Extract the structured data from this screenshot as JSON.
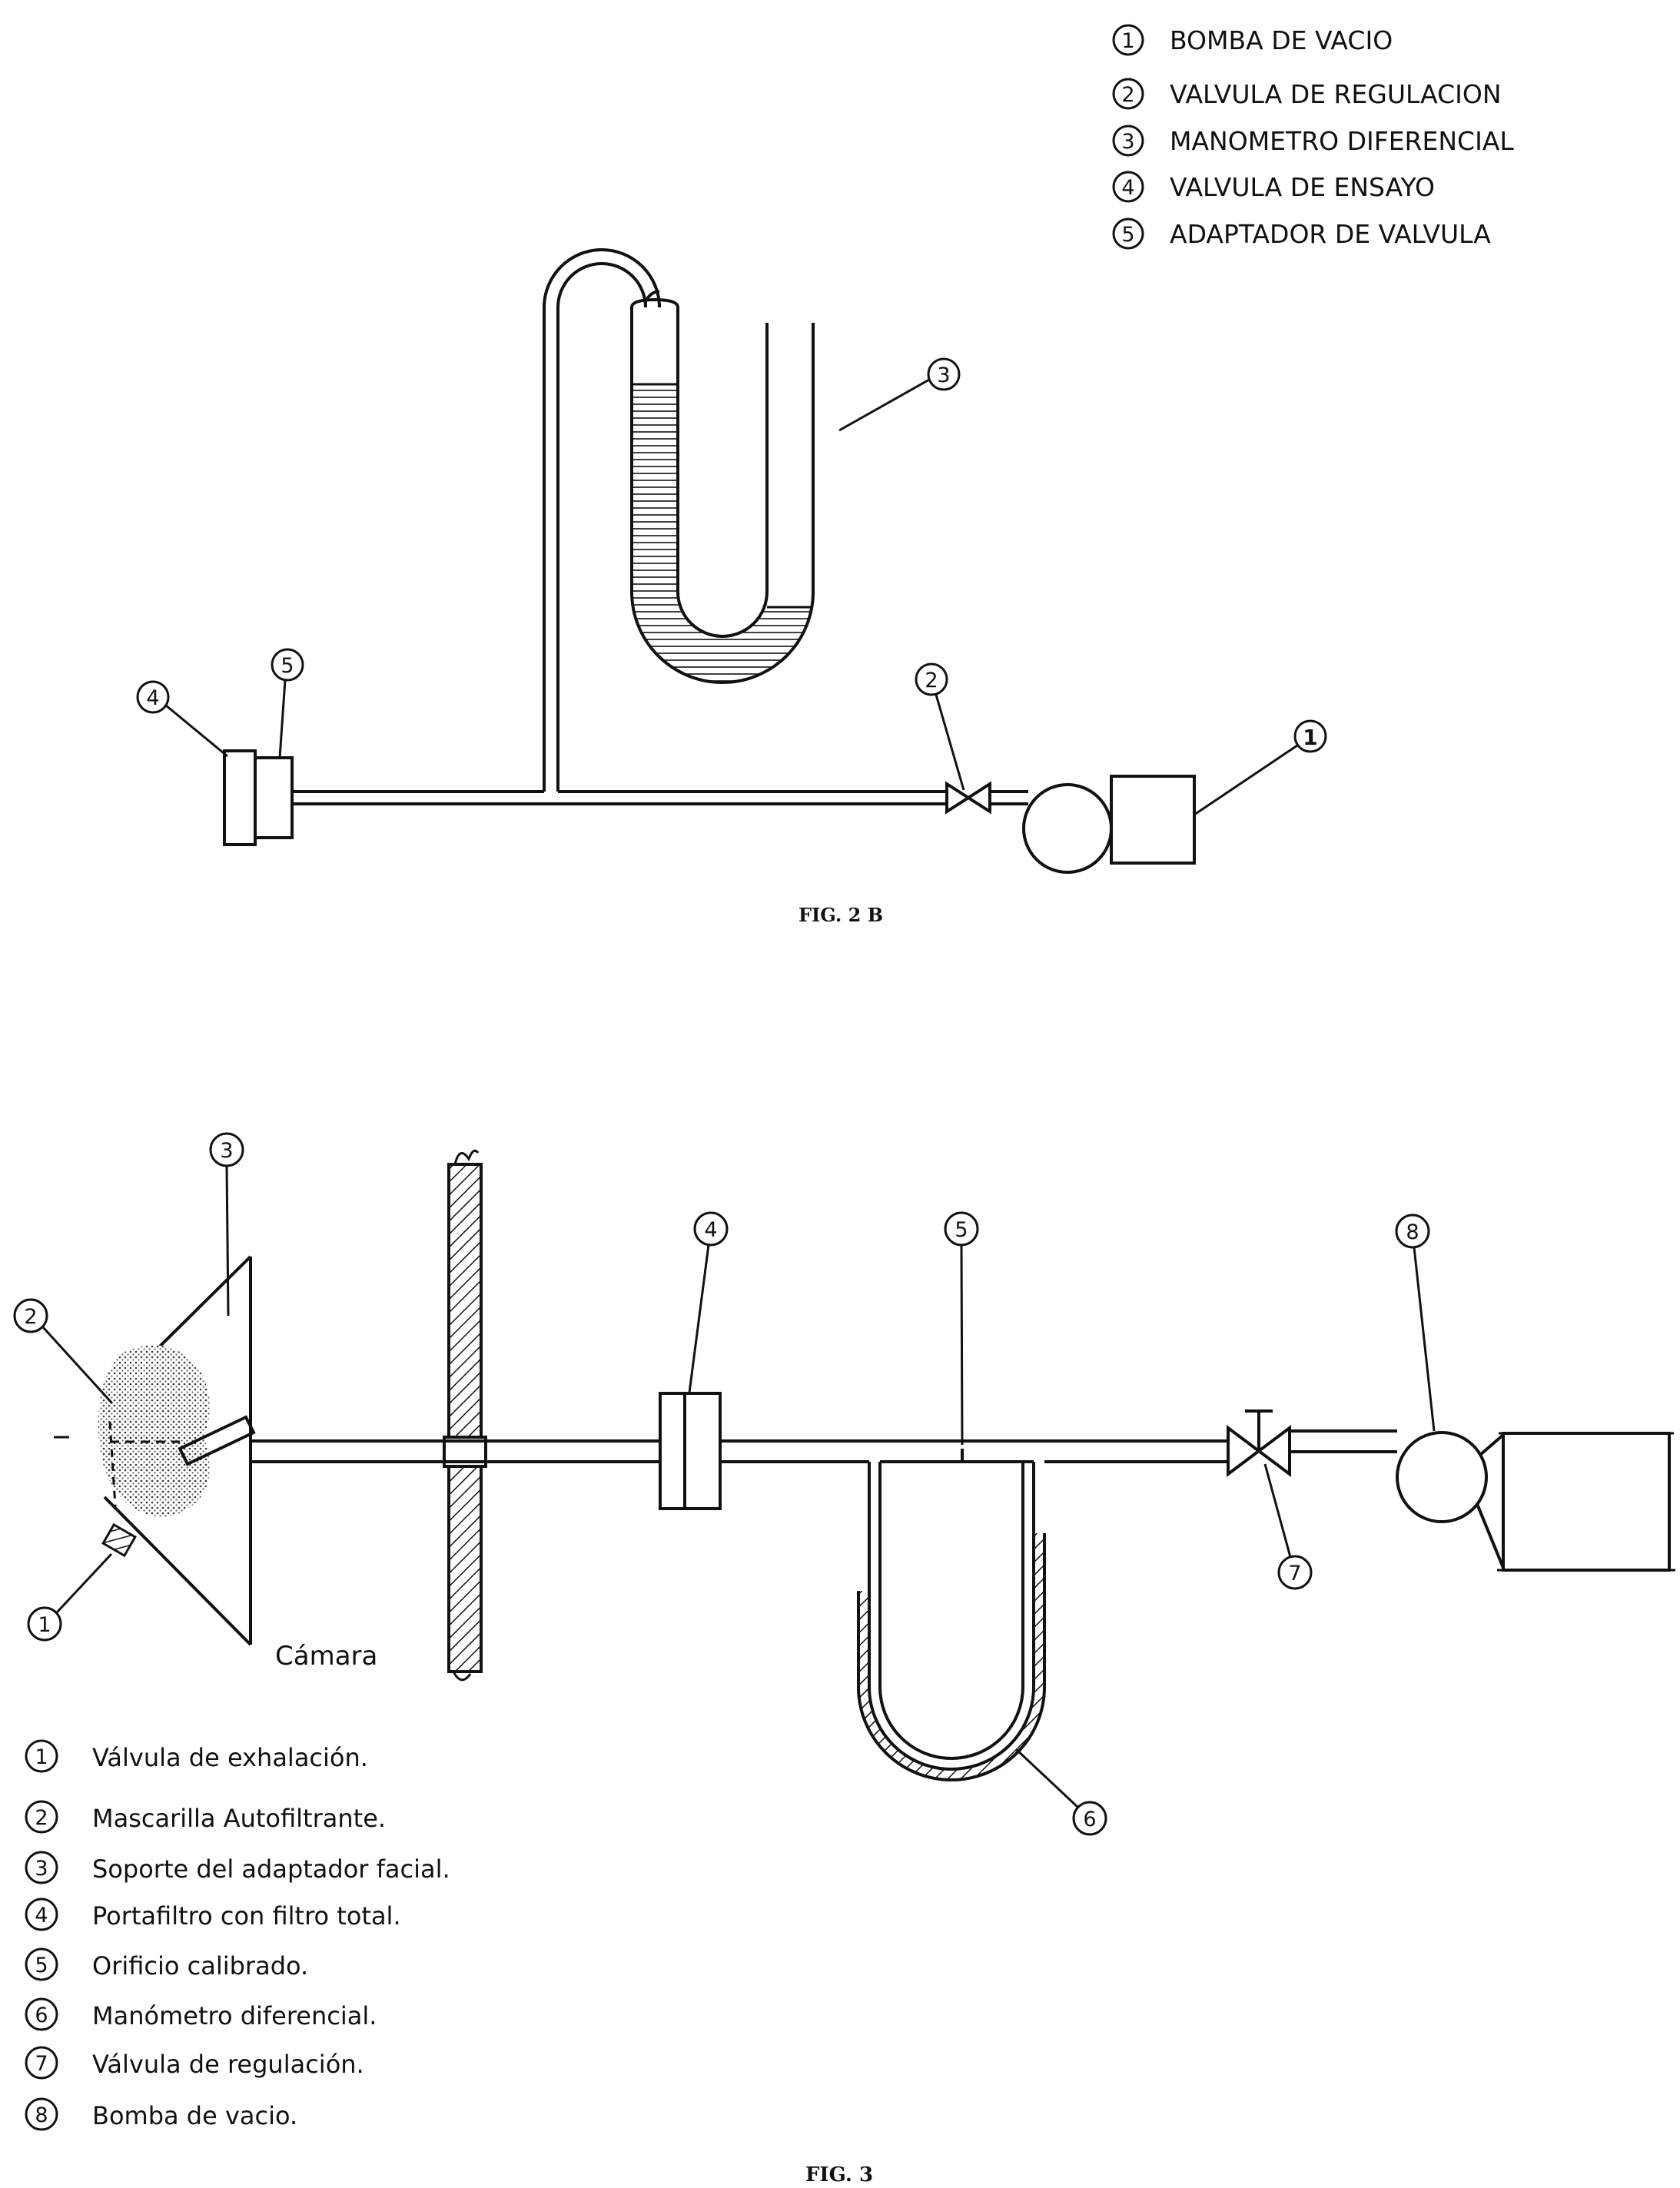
{
  "fig2b": {
    "caption": "FIG. 2 B",
    "legend": [
      {
        "num": "1",
        "text": "BOMBA DE VACIO"
      },
      {
        "num": "2",
        "text": "VALVULA DE REGULACION"
      },
      {
        "num": "3",
        "text": "MANOMETRO DIFERENCIAL"
      },
      {
        "num": "4",
        "text": "VALVULA DE ENSAYO"
      },
      {
        "num": "5",
        "text": "ADAPTADOR DE VALVULA"
      }
    ],
    "callouts": [
      "1",
      "2",
      "3",
      "4",
      "5"
    ]
  },
  "fig3": {
    "caption": "FIG. 3",
    "chamber_label": "Cámara",
    "legend": [
      {
        "num": "1",
        "text": "Válvula de exhalación."
      },
      {
        "num": "2",
        "text": "Mascarilla Autofiltrante."
      },
      {
        "num": "3",
        "text": "Soporte del adaptador facial."
      },
      {
        "num": "4",
        "text": "Portafiltro con filtro total."
      },
      {
        "num": "5",
        "text": "Orificio calibrado."
      },
      {
        "num": "6",
        "text": "Manómetro diferencial."
      },
      {
        "num": "7",
        "text": "Válvula de regulación."
      },
      {
        "num": "8",
        "text": "Bomba de vacio."
      }
    ],
    "callouts": [
      "1",
      "2",
      "3",
      "4",
      "5",
      "6",
      "7",
      "8"
    ]
  }
}
